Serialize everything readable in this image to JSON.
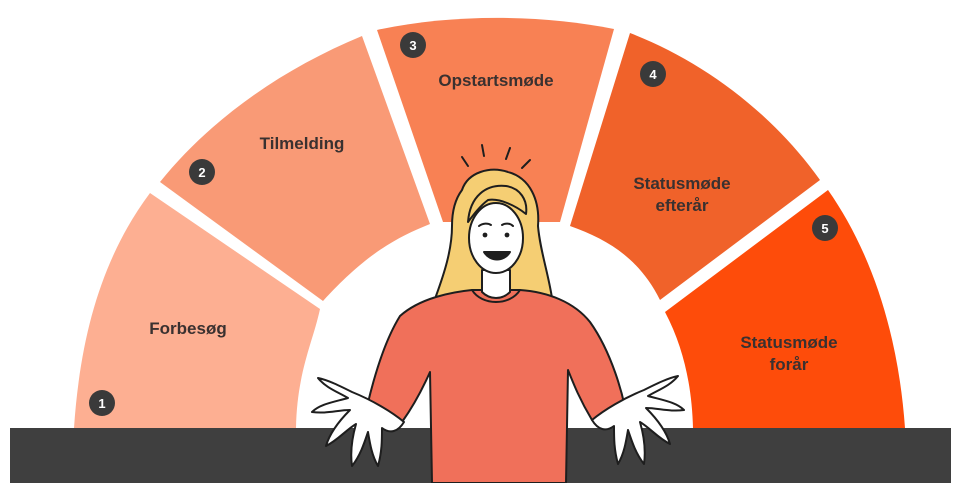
{
  "steps": [
    {
      "number": "1",
      "label_lines": [
        "Forbesøg"
      ],
      "color": "#FDAF92"
    },
    {
      "number": "2",
      "label_lines": [
        "Tilmelding"
      ],
      "color": "#F99A76"
    },
    {
      "number": "3",
      "label_lines": [
        "Opstartsmøde"
      ],
      "color": "#F88154"
    },
    {
      "number": "4",
      "label_lines": [
        "Statusmøde",
        "efterår"
      ],
      "color": "#F0622A"
    },
    {
      "number": "5",
      "label_lines": [
        "Statusmøde",
        "forår"
      ],
      "color": "#FE4C0A"
    }
  ],
  "colors": {
    "table": "#3F3F3F",
    "badge": "#3A3A3A",
    "label_text": "#3A3130",
    "shirt": "#F0705A",
    "hair": "#F5CE73",
    "skin": "#FFFFFF"
  },
  "illustration": {
    "subject": "person-shrugging-behind-table"
  }
}
